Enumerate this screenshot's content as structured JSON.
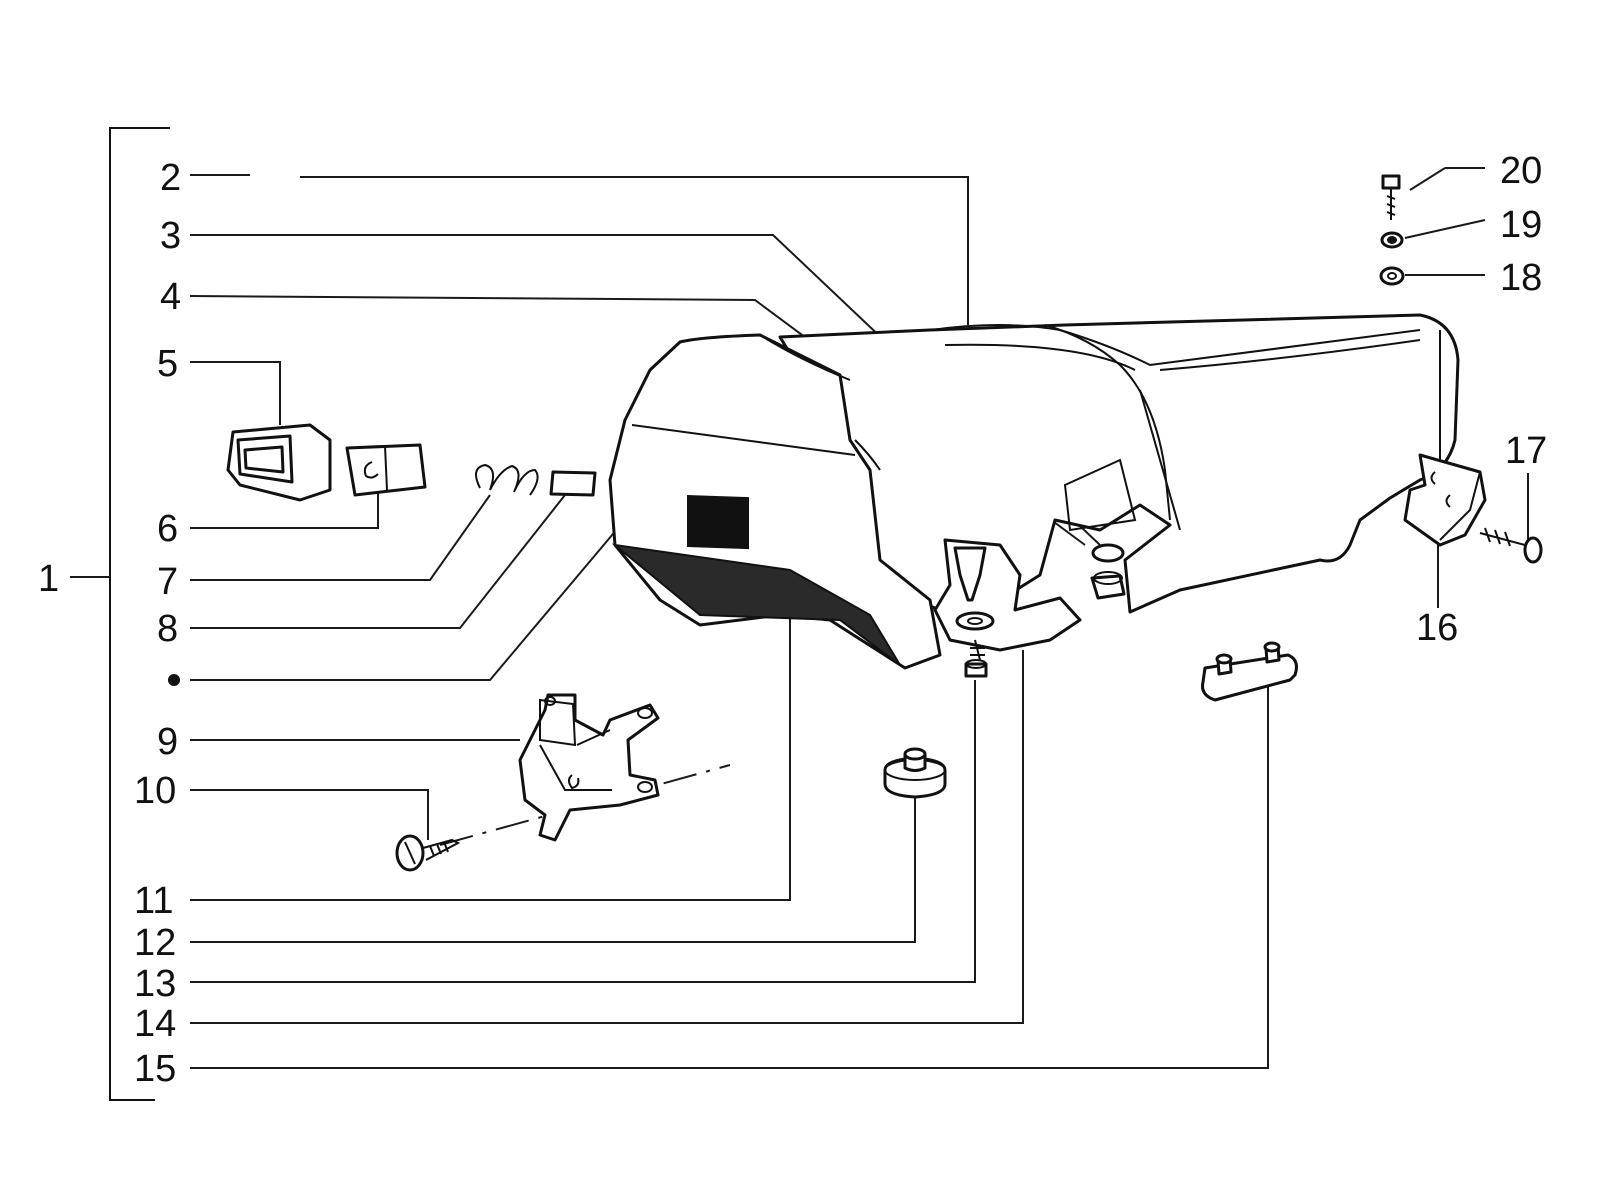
{
  "diagram": {
    "type": "exploded-parts-diagram",
    "line_color": "#111111",
    "background_color": "#ffffff",
    "callouts": {
      "c1": "1",
      "c2": "2",
      "c3": "3",
      "c4": "4",
      "c5": "5",
      "c6": "6",
      "c7": "7",
      "c8": "8",
      "c9": "9",
      "c10": "10",
      "c11": "11",
      "c12": "12",
      "c13": "13",
      "c14": "14",
      "c15": "15",
      "c16": "16",
      "c17": "17",
      "c18": "18",
      "c19": "19",
      "c20": "20"
    }
  }
}
